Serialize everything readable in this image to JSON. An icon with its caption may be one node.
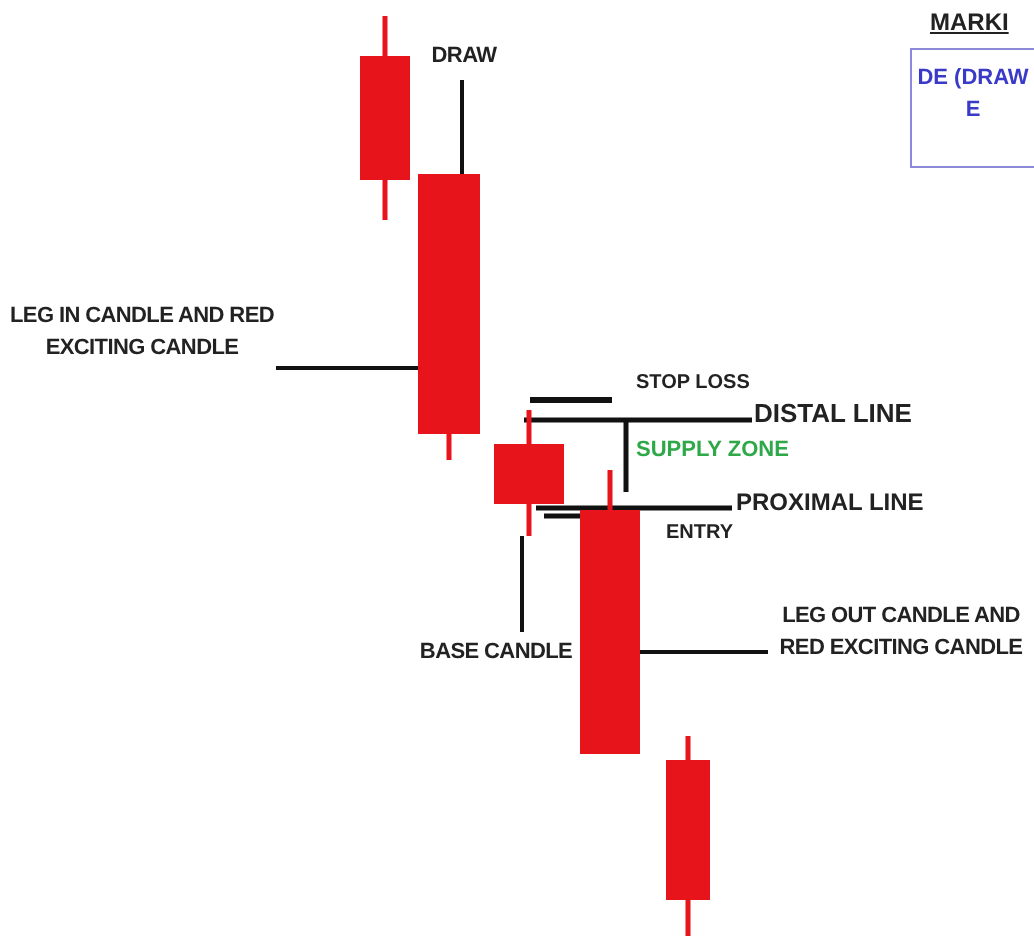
{
  "diagram": {
    "nodes": [
      {
        "text": [
          "DRAW"
        ]
      },
      {
        "text": [
          "MARKI",
          "DE (DRAW E"
        ]
      },
      {
        "text": [
          "LEG IN CANDLE AND RED EXCITING CANDLE"
        ]
      },
      {
        "text": [
          "BASE CANDLE"
        ]
      },
      {
        "text": [
          "LEG OUT CANDLE AND RED EXCITING CANDLE"
        ]
      },
      {
        "text": [],
        "shape": "bar"
      },
      {
        "text": [],
        "shape": "bar"
      },
      {
        "text": [],
        "shape": "bar"
      },
      {
        "text": [],
        "shape": "bar"
      },
      {
        "text": [],
        "shape": "bar"
      }
    ],
    "edges": [
      {
        "from": 0,
        "to": 6,
        "arrow": "none"
      },
      {
        "from": 2,
        "to": 6,
        "arrow": "none"
      },
      {
        "from": 3,
        "to": 7,
        "arrow": "none"
      },
      {
        "from": 4,
        "to": 8,
        "arrow": "none"
      }
    ],
    "labels": [
      "STOP LOSS",
      "DISTAL LINE",
      "SUPPLY ZONE",
      "PROXIMAL LINE",
      "ENTRY"
    ]
  }
}
